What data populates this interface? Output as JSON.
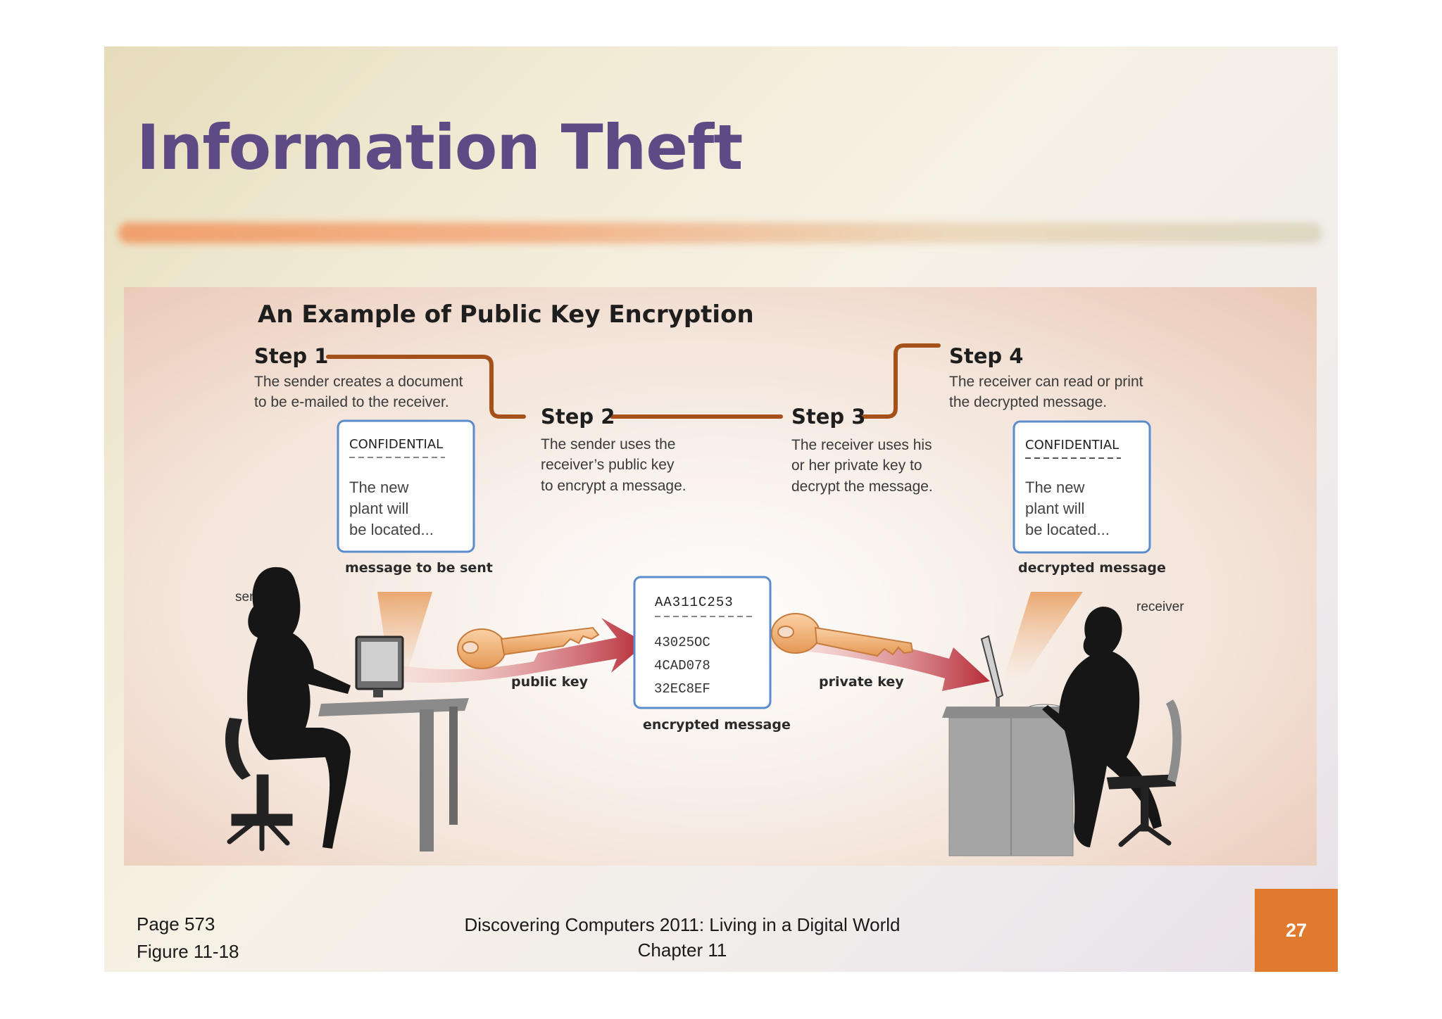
{
  "slide": {
    "title": "Information Theft",
    "page_ref": "Page 573",
    "figure_ref": "Figure 11-18",
    "footer_line1": "Discovering Computers 2011: Living in a Digital World",
    "footer_line2": "Chapter 11",
    "page_number": "27"
  },
  "diagram": {
    "title": "An Example of Public Key Encryption",
    "steps": [
      {
        "title": "Step 1",
        "lines": [
          "The sender creates a document",
          "to be e-mailed to the receiver."
        ]
      },
      {
        "title": "Step 2",
        "lines": [
          "The sender uses the",
          "receiver’s public key",
          "to encrypt a message."
        ]
      },
      {
        "title": "Step 3",
        "lines": [
          "The receiver uses his",
          "or her private key to",
          "decrypt the message."
        ]
      },
      {
        "title": "Step 4",
        "lines": [
          "The receiver can read or print",
          "the decrypted message."
        ]
      }
    ],
    "message_card": {
      "header": "CONFIDENTIAL",
      "lines": [
        "The new",
        "plant will",
        "be located..."
      ],
      "caption": "message to be sent"
    },
    "decrypted_card": {
      "header": "CONFIDENTIAL",
      "lines": [
        "The new",
        "plant will",
        "be located..."
      ],
      "caption": "decrypted message"
    },
    "encrypted_card": {
      "lines": [
        "AA311C253",
        "43025OC",
        "4CAD078",
        "32EC8EF"
      ],
      "caption": "encrypted message"
    },
    "labels": {
      "sender": "sender",
      "receiver": "receiver",
      "public_key": "public key",
      "private_key": "private key"
    },
    "colors": {
      "step_line": "#a4521a",
      "arrow": "#b52a37",
      "key": "#f0b27a",
      "card_border": "#5b8ccc",
      "silhouette": "#161616"
    }
  }
}
